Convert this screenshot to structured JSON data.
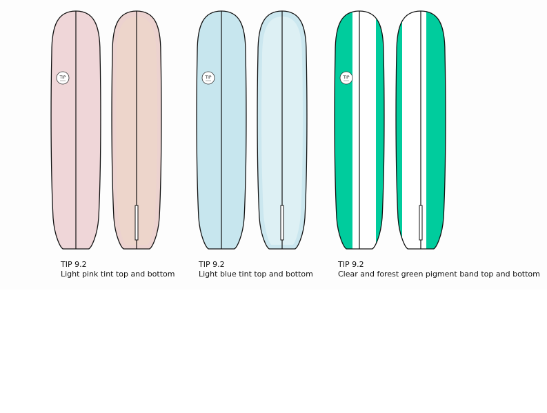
{
  "designs": [
    {
      "id": "pink",
      "model": "TIP 9.2",
      "description": "Light pink tint top and bottom",
      "logo_text": "TIP",
      "colors": {
        "deck": "#efd6d8",
        "bottom_rail": "#ecd2cf",
        "bottom_center": "#edd5cb"
      }
    },
    {
      "id": "blue",
      "model": "TIP 9.2",
      "description": "Light blue tint top and bottom",
      "logo_text": "TIP",
      "colors": {
        "deck": "#c7e6ee",
        "bottom_rail": "#cbe7ef",
        "bottom_center": "#ddf0f4"
      }
    },
    {
      "id": "green",
      "model": "TIP 9.2",
      "description": "Clear and forest green pigment band top and bottom",
      "logo_text": "TIP",
      "colors": {
        "band": "#00cc9d",
        "clear": "#ffffff"
      }
    }
  ]
}
